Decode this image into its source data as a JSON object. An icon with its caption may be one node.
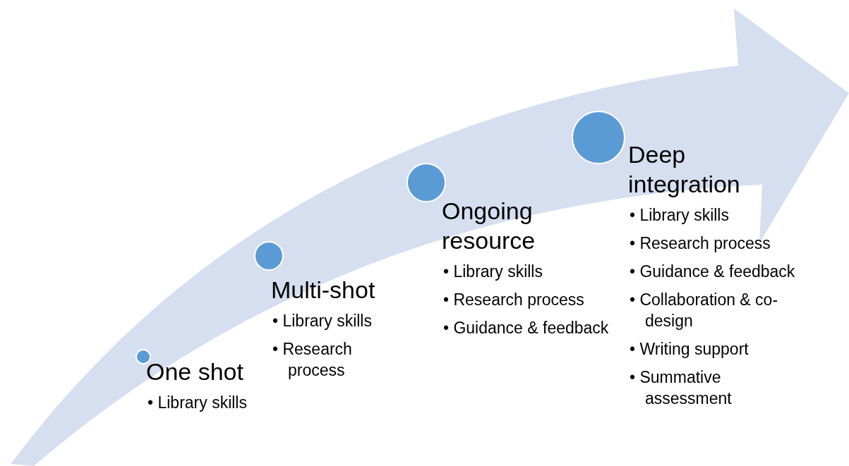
{
  "diagram": {
    "nodes": [
      {
        "text": [],
        "shape": "circle",
        "beside": [
          "One shot",
          "• Library skills"
        ]
      },
      {
        "text": [],
        "shape": "circle",
        "beside": [
          "Multi-shot",
          "• Library skills",
          "• Research process"
        ]
      },
      {
        "text": [],
        "shape": "circle",
        "beside": [
          "Ongoing resource",
          "• Library skills",
          "• Research process",
          "• Guidance & feedback"
        ]
      },
      {
        "text": [],
        "shape": "circle",
        "beside": [
          "Deep integration",
          "• Library skills",
          "• Research process",
          "• Guidance & feedback",
          "• Collaboration & co-design",
          "• Writing support",
          "• Summative assessment"
        ]
      }
    ],
    "edges": []
  }
}
